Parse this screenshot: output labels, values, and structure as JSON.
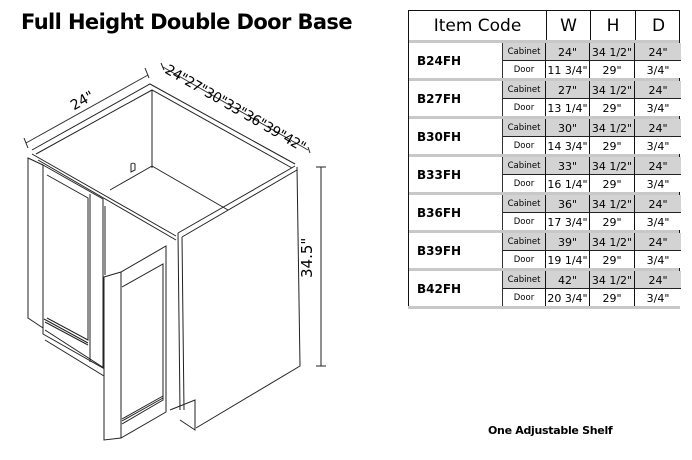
{
  "title": "Full Height Double Door Base",
  "drawing": {
    "depth_label": "24\"",
    "width_label": "24\"27\"30\"33\"36\"39\"42\"",
    "height_label": "34.5\""
  },
  "table": {
    "headers": [
      "Item Code",
      "W",
      "H",
      "D"
    ],
    "rows": [
      {
        "code": "B24FH",
        "cabinet": {
          "label": "Cabinet",
          "w": "24\"",
          "h": "34 1/2\"",
          "d": "24\""
        },
        "door": {
          "label": "Door",
          "w": "11 3/4\"",
          "h": "29\"",
          "d": "3/4\""
        }
      },
      {
        "code": "B27FH",
        "cabinet": {
          "label": "Cabinet",
          "w": "27\"",
          "h": "34 1/2\"",
          "d": "24\""
        },
        "door": {
          "label": "Door",
          "w": "13 1/4\"",
          "h": "29\"",
          "d": "3/4\""
        }
      },
      {
        "code": "B30FH",
        "cabinet": {
          "label": "Cabinet",
          "w": "30\"",
          "h": "34 1/2\"",
          "d": "24\""
        },
        "door": {
          "label": "Door",
          "w": "14 3/4\"",
          "h": "29\"",
          "d": "3/4\""
        }
      },
      {
        "code": "B33FH",
        "cabinet": {
          "label": "Cabinet",
          "w": "33\"",
          "h": "34 1/2\"",
          "d": "24\""
        },
        "door": {
          "label": "Door",
          "w": "16 1/4\"",
          "h": "29\"",
          "d": "3/4\""
        }
      },
      {
        "code": "B36FH",
        "cabinet": {
          "label": "Cabinet",
          "w": "36\"",
          "h": "34 1/2\"",
          "d": "24\""
        },
        "door": {
          "label": "Door",
          "w": "17 3/4\"",
          "h": "29\"",
          "d": "3/4\""
        }
      },
      {
        "code": "B39FH",
        "cabinet": {
          "label": "Cabinet",
          "w": "39\"",
          "h": "34 1/2\"",
          "d": "24\""
        },
        "door": {
          "label": "Door",
          "w": "19 1/4\"",
          "h": "29\"",
          "d": "3/4\""
        }
      },
      {
        "code": "B42FH",
        "cabinet": {
          "label": "Cabinet",
          "w": "42\"",
          "h": "34 1/2\"",
          "d": "24\""
        },
        "door": {
          "label": "Door",
          "w": "20 3/4\"",
          "h": "29\"",
          "d": "3/4\""
        }
      }
    ]
  },
  "note": "One Adjustable Shelf",
  "colors": {
    "cabinet_row_bg": "#d3d3d3",
    "separator": "#c8c8c8",
    "line": "#111111"
  }
}
